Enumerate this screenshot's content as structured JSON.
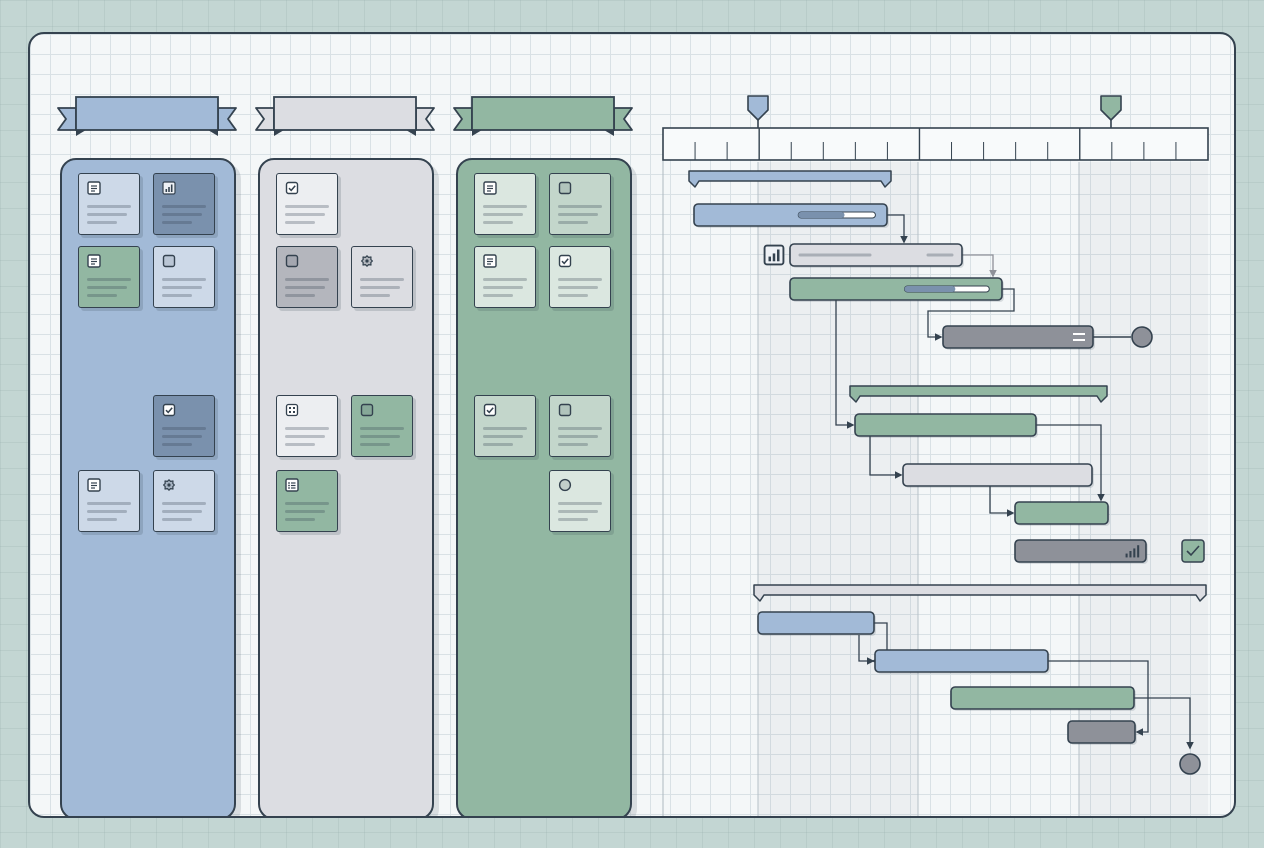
{
  "colors": {
    "canvas_bg": "#c3d6d3",
    "panel_bg": "#f4f7f8",
    "outline": "#34424f",
    "blue": "#a2bad7",
    "gray": "#dcdde2",
    "green": "#92b7a2",
    "dark_gray": "#8e9199"
  },
  "board": {
    "columns": [
      {
        "name": "column-blue",
        "fill": "#a2bad7",
        "banner_fill": "#a2bad7",
        "cards": [
          {
            "icon": "document-icon",
            "fill": "#cdd9e8",
            "slot": [
              0,
              0
            ]
          },
          {
            "icon": "bar-chart-icon",
            "fill": "#7a91ad",
            "slot": [
              1,
              0
            ]
          },
          {
            "icon": "document-icon",
            "fill": "#92b7a2",
            "slot": [
              0,
              1
            ]
          },
          {
            "icon": "checkbox-icon",
            "fill": "#cdd9e8",
            "slot": [
              1,
              1
            ]
          },
          {
            "icon": "checkbox-checked-icon",
            "fill": "#7a91ad",
            "slot": [
              1,
              3
            ]
          },
          {
            "icon": "document-icon",
            "fill": "#cdd9e8",
            "slot": [
              0,
              4
            ]
          },
          {
            "icon": "gear-icon",
            "fill": "#cdd9e8",
            "slot": [
              1,
              4
            ]
          }
        ]
      },
      {
        "name": "column-gray",
        "fill": "#dcdde2",
        "banner_fill": "#dcdde2",
        "cards": [
          {
            "icon": "checkbox-checked-icon",
            "fill": "#eceef1",
            "slot": [
              0,
              0
            ]
          },
          {
            "icon": "checkbox-icon",
            "fill": "#b4b6bd",
            "slot": [
              0,
              1
            ]
          },
          {
            "icon": "gear-icon",
            "fill": "#dcdde2",
            "slot": [
              1,
              1
            ]
          },
          {
            "icon": "grid-icon",
            "fill": "#eceef1",
            "slot": [
              0,
              3
            ]
          },
          {
            "icon": "checkbox-icon",
            "fill": "#92b7a2",
            "slot": [
              1,
              3
            ]
          },
          {
            "icon": "list-icon",
            "fill": "#92b7a2",
            "slot": [
              0,
              4
            ]
          }
        ]
      },
      {
        "name": "column-green",
        "fill": "#92b7a2",
        "banner_fill": "#92b7a2",
        "cards": [
          {
            "icon": "document-icon",
            "fill": "#dbe7e0",
            "slot": [
              0,
              0
            ]
          },
          {
            "icon": "checkbox-icon",
            "fill": "#c3d6cb",
            "slot": [
              1,
              0
            ]
          },
          {
            "icon": "document-icon",
            "fill": "#dbe7e0",
            "slot": [
              0,
              1
            ]
          },
          {
            "icon": "checkbox-checked-icon",
            "fill": "#dbe7e0",
            "slot": [
              1,
              1
            ]
          },
          {
            "icon": "checkbox-checked-icon",
            "fill": "#c3d6cb",
            "slot": [
              0,
              3
            ]
          },
          {
            "icon": "checkbox-icon",
            "fill": "#c3d6cb",
            "slot": [
              1,
              3
            ]
          },
          {
            "icon": "circle-icon",
            "fill": "#dbe7e0",
            "slot": [
              1,
              4
            ]
          }
        ]
      }
    ]
  },
  "timeline": {
    "milestone_markers": [
      "milestone-pin-icon",
      "milestone-pin-icon"
    ],
    "groups": [
      {
        "name": "summary-bar-1",
        "fill": "#a2bad7"
      },
      {
        "name": "summary-bar-2",
        "fill": "#92b7a2"
      },
      {
        "name": "summary-bar-3",
        "fill": "#dcdde2"
      }
    ],
    "tasks": [
      {
        "name": "task-bar-1",
        "fill": "#a2bad7",
        "progress": 0.6
      },
      {
        "name": "task-bar-2",
        "fill": "#dcdde2",
        "icon": "bar-chart-icon"
      },
      {
        "name": "task-bar-3",
        "fill": "#92b7a2",
        "progress": 0.6
      },
      {
        "name": "task-bar-4",
        "fill": "#8e9199",
        "end": "milestone-circle"
      },
      {
        "name": "task-bar-5",
        "fill": "#92b7a2"
      },
      {
        "name": "task-bar-6",
        "fill": "#dcdde2"
      },
      {
        "name": "task-bar-7",
        "fill": "#92b7a2"
      },
      {
        "name": "task-bar-8",
        "fill": "#8e9199",
        "icon": "signal-icon",
        "end": "checkbox-checked-icon"
      },
      {
        "name": "task-bar-9",
        "fill": "#a2bad7"
      },
      {
        "name": "task-bar-10",
        "fill": "#a2bad7"
      },
      {
        "name": "task-bar-11",
        "fill": "#92b7a2"
      },
      {
        "name": "task-bar-12",
        "fill": "#8e9199"
      },
      {
        "name": "milestone-end",
        "fill": "#8e9199",
        "end": "milestone-circle"
      }
    ]
  }
}
